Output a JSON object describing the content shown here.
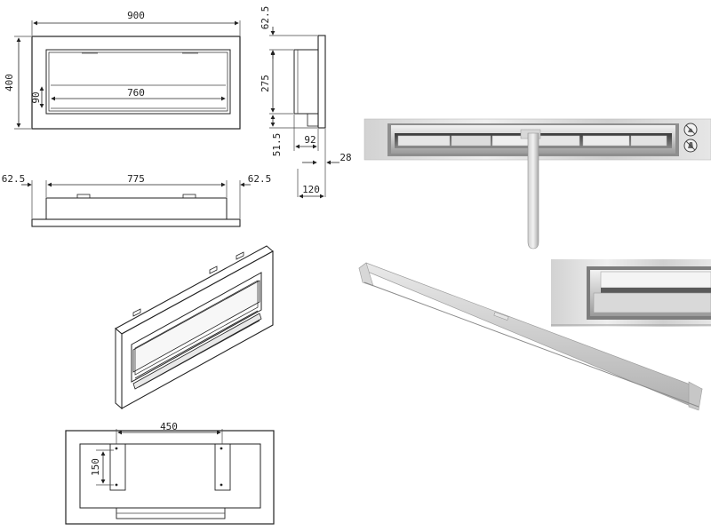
{
  "front_view": {
    "width_label": "900",
    "height_label": "400",
    "inner_width_label": "760",
    "tray_height_label": "90"
  },
  "side_view": {
    "top_label": "62.5",
    "height_label": "275",
    "bottom_label": "51.5",
    "depth_label": "92",
    "flange_label": "28",
    "total_depth_label": "120"
  },
  "top_view": {
    "left_label": "62.5",
    "center_label": "775",
    "right_label": "62.5"
  },
  "back_view": {
    "bracket_spacing_label": "450",
    "bracket_height_label": "150"
  },
  "product_photo": {
    "icons": [
      "no-flame-icon",
      "no-touch-icon"
    ]
  },
  "colors": {
    "steel_light": "#e4e4e4",
    "steel_mid": "#b8b8b8",
    "steel_dark": "#6e6e6e",
    "line": "#222222"
  }
}
